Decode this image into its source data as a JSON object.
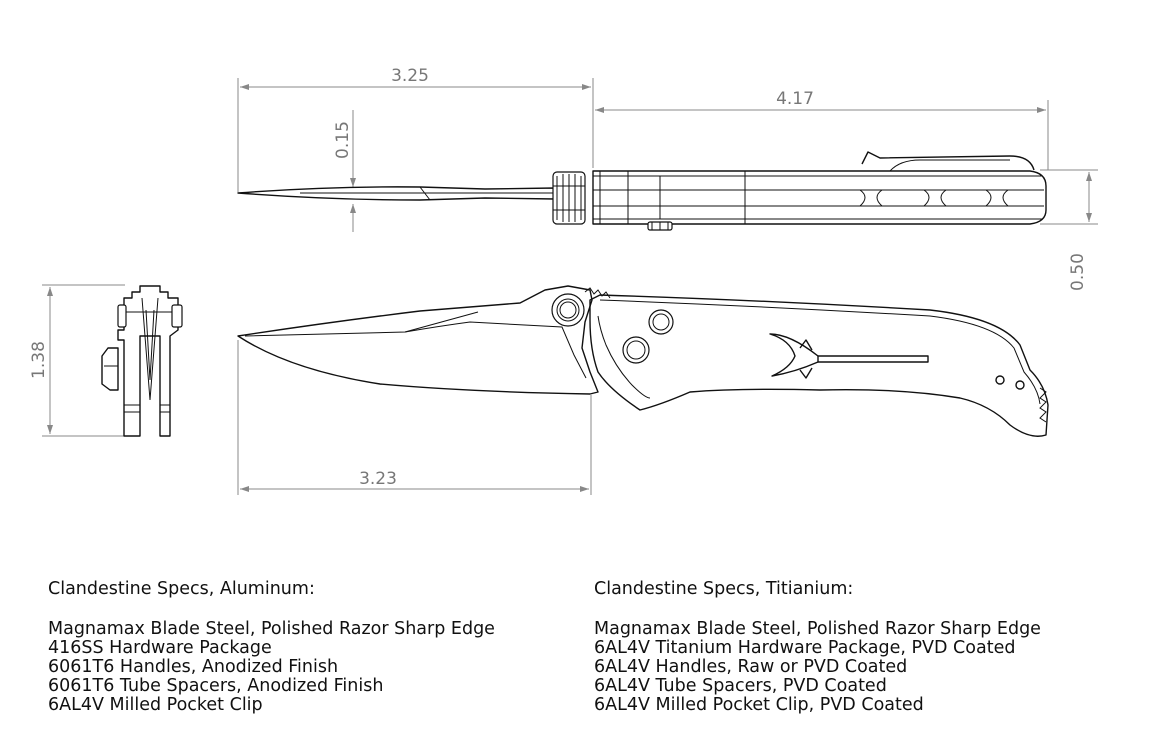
{
  "dimensions": {
    "overall_blade_length": "3.25",
    "handle_length": "4.17",
    "blade_thickness": "0.15",
    "handle_thickness": "0.50",
    "height": "1.38",
    "edge_length": "3.23"
  },
  "specs_aluminum": {
    "title": "Clandestine Specs, Aluminum:",
    "lines": [
      "Magnamax Blade Steel, Polished Razor Sharp Edge",
      "416SS Hardware Package",
      "6061T6 Handles, Anodized Finish",
      "6061T6 Tube Spacers, Anodized Finish",
      "6AL4V Milled Pocket Clip"
    ]
  },
  "specs_titanium": {
    "title": "Clandestine Specs, Titianium:",
    "lines": [
      "Magnamax Blade Steel, Polished Razor Sharp Edge",
      "6AL4V Titanium Hardware Package, PVD Coated",
      "6AL4V Handles, Raw or PVD Coated",
      "6AL4V Tube Spacers, PVD Coated",
      "6AL4V Milled Pocket Clip, PVD Coated"
    ]
  }
}
